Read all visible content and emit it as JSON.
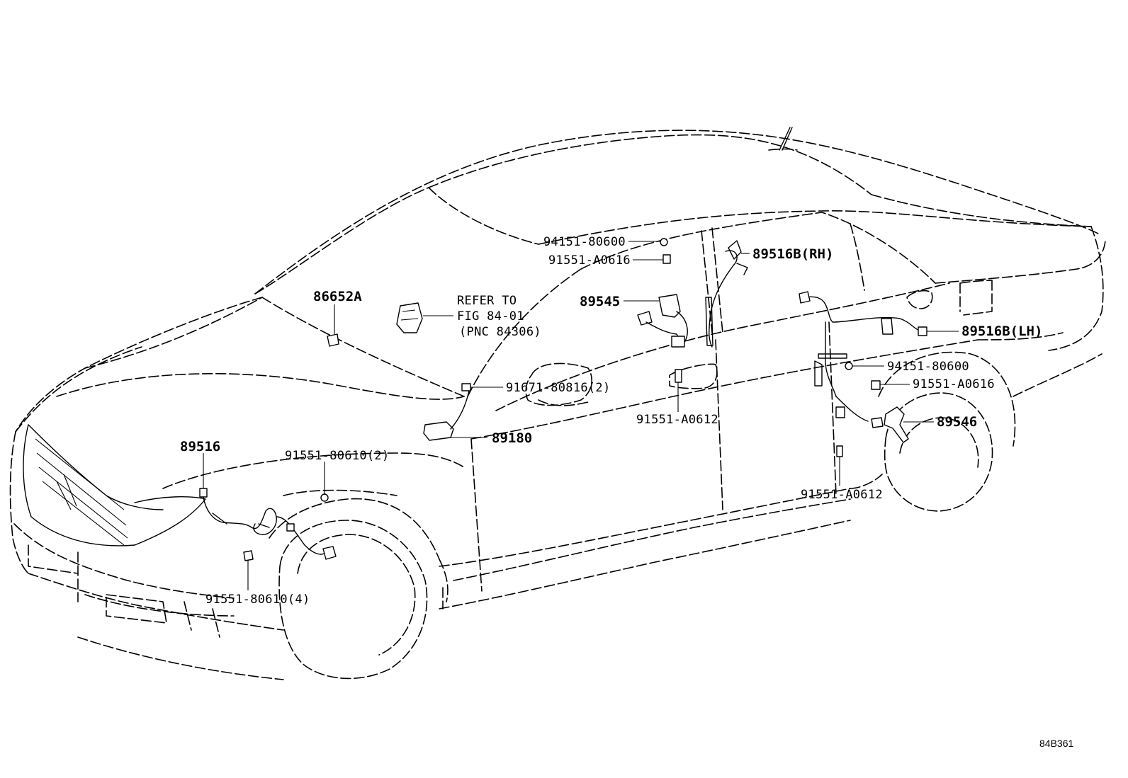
{
  "figure_code": "84B361",
  "callouts": {
    "p86652A": "86652A",
    "refer_line1": "REFER TO",
    "refer_line2": "FIG 84-01",
    "refer_line3": "(PNC 84306)",
    "p94151_80600_top": "94151-80600",
    "p91551_A0616_top": "91551-A0616",
    "p89516B_RH": "89516B(RH)",
    "p89545": "89545",
    "p89516B_LH": "89516B(LH)",
    "p94151_80600_right": "94151-80600",
    "p91551_A0616_right": "91551-A0616",
    "p91671_80816": "91671-80816(2)",
    "p91551_A0612_center": "91551-A0612",
    "p89546": "89546",
    "p89180": "89180",
    "p89516": "89516",
    "p91551_80610_2": "91551-80610(2)",
    "p91551_A0612_right": "91551-A0612",
    "p91551_80610_4": "91551-80610(4)"
  }
}
